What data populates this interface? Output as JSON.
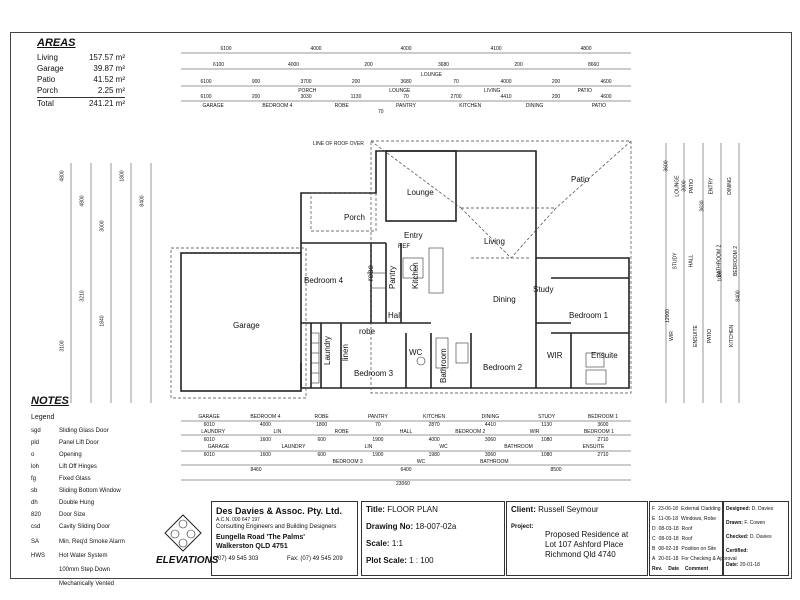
{
  "areas": {
    "title": "AREAS",
    "rows": [
      {
        "label": "Living",
        "value": "157.57 m²"
      },
      {
        "label": "Garage",
        "value": "39.87 m²"
      },
      {
        "label": "Patio",
        "value": "41.52 m²"
      },
      {
        "label": "Porch",
        "value": "2.25 m²"
      }
    ],
    "total_label": "Total",
    "total_value": "241.21 m²"
  },
  "notes": {
    "title": "NOTES",
    "legend_label": "Legend",
    "items": [
      {
        "code": "sgd",
        "desc": "Sliding Glass Door"
      },
      {
        "code": "pld",
        "desc": "Panel Lift Door"
      },
      {
        "code": "o",
        "desc": "Opening"
      },
      {
        "code": "loh",
        "desc": "Lift Off Hinges"
      },
      {
        "code": "fg",
        "desc": "Fixed Glass"
      },
      {
        "code": "sb",
        "desc": "Sliding Bottom Window"
      },
      {
        "code": "dh",
        "desc": "Double Hung"
      },
      {
        "code": "820",
        "desc": "Door Size"
      },
      {
        "code": "csd",
        "desc": "Cavity Sliding Door"
      }
    ],
    "symbols": [
      {
        "code": "SA",
        "desc": "Min. Req'd Smoke Alarm"
      },
      {
        "code": "HWS",
        "desc": "Hot Water System"
      },
      {
        "code": "",
        "desc": "100mm Step Down"
      },
      {
        "code": "",
        "desc": "Mechanically Vented"
      }
    ]
  },
  "rooms": {
    "lounge": "Lounge",
    "patio": "Patio",
    "porch": "Porch",
    "entry": "Entry",
    "living": "Living",
    "bedroom4": "Bedroom 4",
    "robe": "robe",
    "pantry": "Pantry",
    "kitchen": "Kitchen",
    "ref": "REF",
    "dining": "Dining",
    "study": "Study",
    "bedroom1": "Bedroom 1",
    "garage": "Garage",
    "hall": "Hall",
    "robe2": "robe",
    "laundry": "Laundry",
    "linen": "linen",
    "bedroom3": "Bedroom 3",
    "wc": "WC",
    "bathroom": "Bathroom",
    "bedroom2": "Bedroom 2",
    "wir": "WIR",
    "ensuite": "Ensuite",
    "roof_note": "LINE OF ROOF OVER"
  },
  "dims_top": {
    "row1": [
      "6100",
      "4000",
      "4000",
      "4100",
      "4800"
    ],
    "row2": [
      "6100",
      "4000",
      "200",
      "3680",
      "200",
      "8660"
    ],
    "row2_label": "LOUNGE",
    "row3": [
      "6100",
      "900",
      "3700",
      "200",
      "3680",
      "70",
      "4000",
      "200",
      "4600"
    ],
    "row3_labels": [
      "PORCH",
      "LOUNGE",
      "LIVING",
      "PATIO"
    ],
    "row4": [
      "6100",
      "200",
      "3030",
      "1130",
      "70",
      "2700",
      "4410",
      "200",
      "4600"
    ],
    "row4_labels": [
      "GARAGE",
      "BEDROOM 4",
      "ROBE",
      "PANTRY",
      "KITCHEN",
      "DINING",
      "PATIO"
    ],
    "row4_sub": "70"
  },
  "dims_bottom": {
    "row1_labels": [
      "GARAGE",
      "BEDROOM 4",
      "ROBE",
      "PANTRY",
      "KITCHEN",
      "DINING",
      "STUDY",
      "BEDROOM 1"
    ],
    "row1": [
      "6010",
      "4000",
      "1800",
      "70",
      "2870",
      "4410",
      "1130",
      "3600"
    ],
    "row2_labels": [
      "LAUNDRY",
      "LIN",
      "ROBE",
      "HALL",
      "BEDROOM 2",
      "WIR",
      "BEDROOM 1"
    ],
    "row2": [
      "6010",
      "1600",
      "600",
      "1900",
      "4000",
      "3060",
      "1080",
      "2710"
    ],
    "row3_labels": [
      "GARAGE",
      "LAUNDRY",
      "LIN",
      "WC",
      "BATHROOM",
      "ENSUITE"
    ],
    "row3": [
      "6010",
      "1600",
      "600",
      "1900",
      "1980",
      "3060",
      "1080",
      "2710"
    ],
    "row4": [
      "8460",
      "6400",
      "8500"
    ],
    "row4_labels": [
      "BEDROOM 3",
      "WC",
      "BATHROOM"
    ],
    "total": "23060"
  },
  "dims_left": [
    "4800",
    "4800",
    "3000",
    "1800",
    "8400",
    "3100",
    "3210",
    "1840"
  ],
  "dims_right": [
    "3600",
    "3000",
    "3630",
    "1000",
    "8400",
    "12000"
  ],
  "dims_right_labels": [
    "LOUNGE",
    "PATIO",
    "ENTRY",
    "DINING",
    "STUDY",
    "HALL",
    "BATHROOM 2",
    "BEDROOM 2",
    "WIR",
    "ENSUITE",
    "PATIO",
    "KITCHEN"
  ],
  "title_block": {
    "company": "Des Davies & Assoc. Pty. Ltd.",
    "company_sub": "A.C.N. 000 647 197",
    "discipline": "Consulting Engineers and Building Designers",
    "address1": "Eungella Road 'The Palms'",
    "address2": "Walkerston QLD 4751",
    "phone": "(07) 49 545 303",
    "fax": "Fax: (07) 49 545 209",
    "elevations_label": "ELEVATIONS",
    "title_label": "Title:",
    "title_value": "FLOOR PLAN",
    "drawing_label": "Drawing No:",
    "drawing_value": "18-007-02a",
    "scale_label": "Scale:",
    "scale_value": "1:1",
    "plotscale_label": "Plot Scale:",
    "plotscale_value": "1 : 100",
    "client_label": "Client:",
    "client_value": "Russell Seymour",
    "project_label": "Project:",
    "project_line1": "Proposed Residence at",
    "project_line2": "Lot 107 Ashford Place",
    "project_line3": "Richmond  Qld  4740",
    "rev_header": [
      "Rev.",
      "Date",
      "Comment"
    ],
    "revisions": [
      {
        "rev": "F",
        "date": "23-06-18",
        "comment": "External Cladding"
      },
      {
        "rev": "E",
        "date": "11-06-18",
        "comment": "Windows, Robe"
      },
      {
        "rev": "D",
        "date": "08-03-18",
        "comment": "Roof"
      },
      {
        "rev": "C",
        "date": "08-03-18",
        "comment": "Roof"
      },
      {
        "rev": "B",
        "date": "08-02-18",
        "comment": "Position on Site"
      },
      {
        "rev": "A",
        "date": "20-01-18",
        "comment": "For Checking & Approval"
      }
    ],
    "designed_label": "Designed:",
    "designed_value": "D. Davies",
    "drawn_label": "Drawn:",
    "drawn_value": "F. Cowen",
    "checked_label": "Checked:",
    "checked_value": "D. Davies",
    "certified_label": "Certified:",
    "date_label": "Date:",
    "date_value": "20-01-18"
  }
}
